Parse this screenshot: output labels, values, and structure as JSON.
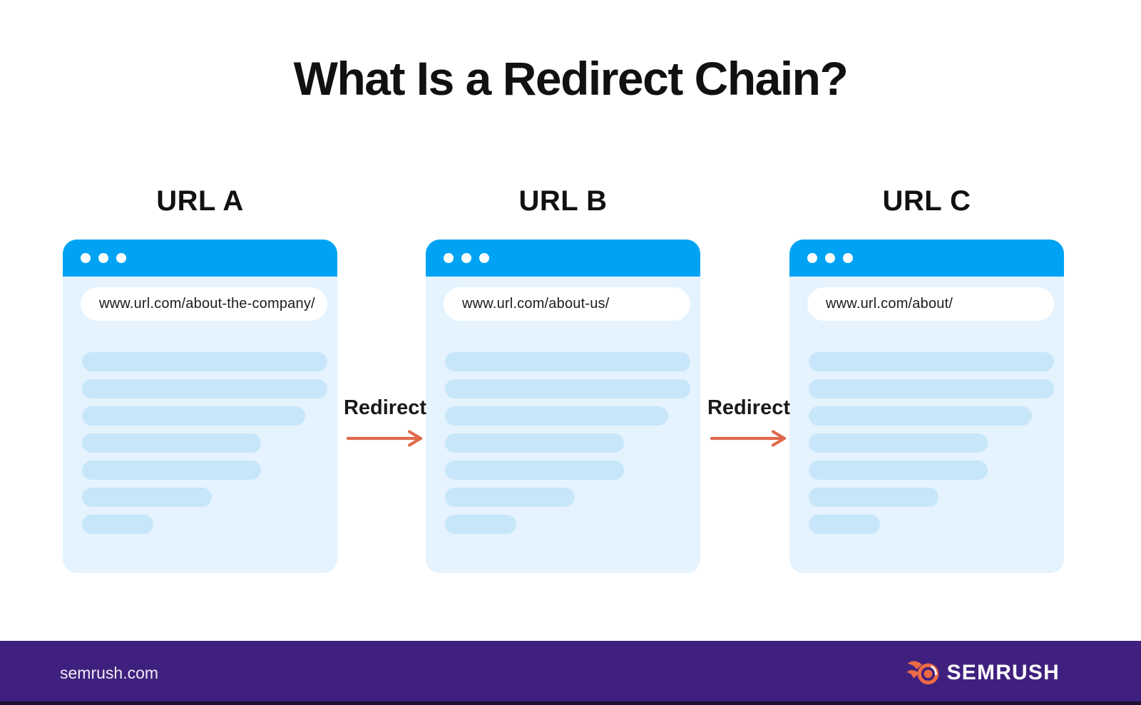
{
  "title": "What Is a Redirect Chain?",
  "browsers": [
    {
      "label": "URL A",
      "url": "www.url.com/about-the-company/",
      "lines": [
        100,
        100,
        91,
        73,
        73,
        53,
        29
      ]
    },
    {
      "label": "URL B",
      "url": "www.url.com/about-us/",
      "lines": [
        100,
        100,
        91,
        73,
        73,
        53,
        29
      ]
    },
    {
      "label": "URL C",
      "url": "www.url.com/about/",
      "lines": [
        100,
        100,
        91,
        73,
        73,
        53,
        29
      ]
    }
  ],
  "redirects": [
    {
      "label": "Redirect"
    },
    {
      "label": "Redirect"
    }
  ],
  "footer": {
    "site_text": "semrush.com",
    "brand_text": "SEMRUSH"
  },
  "icons": {
    "window_controls": "window-control-dots",
    "redirect_arrow": "redirect-arrow-icon",
    "logo": "semrush-flame-icon"
  },
  "colors": {
    "browser_header_blue": "#00A3F4",
    "card_bg": "#E4F3FD",
    "placeholder_line": "#C8E6FA",
    "arrow_orange": "#E0694B",
    "logo_orange": "#ED6A45",
    "footer_purple": "#40207E",
    "footer_bottom_edge": "#1D1032",
    "footer_text": "#F1ECF7",
    "title_text": "#111111",
    "url_text": "#1C1C1C"
  }
}
